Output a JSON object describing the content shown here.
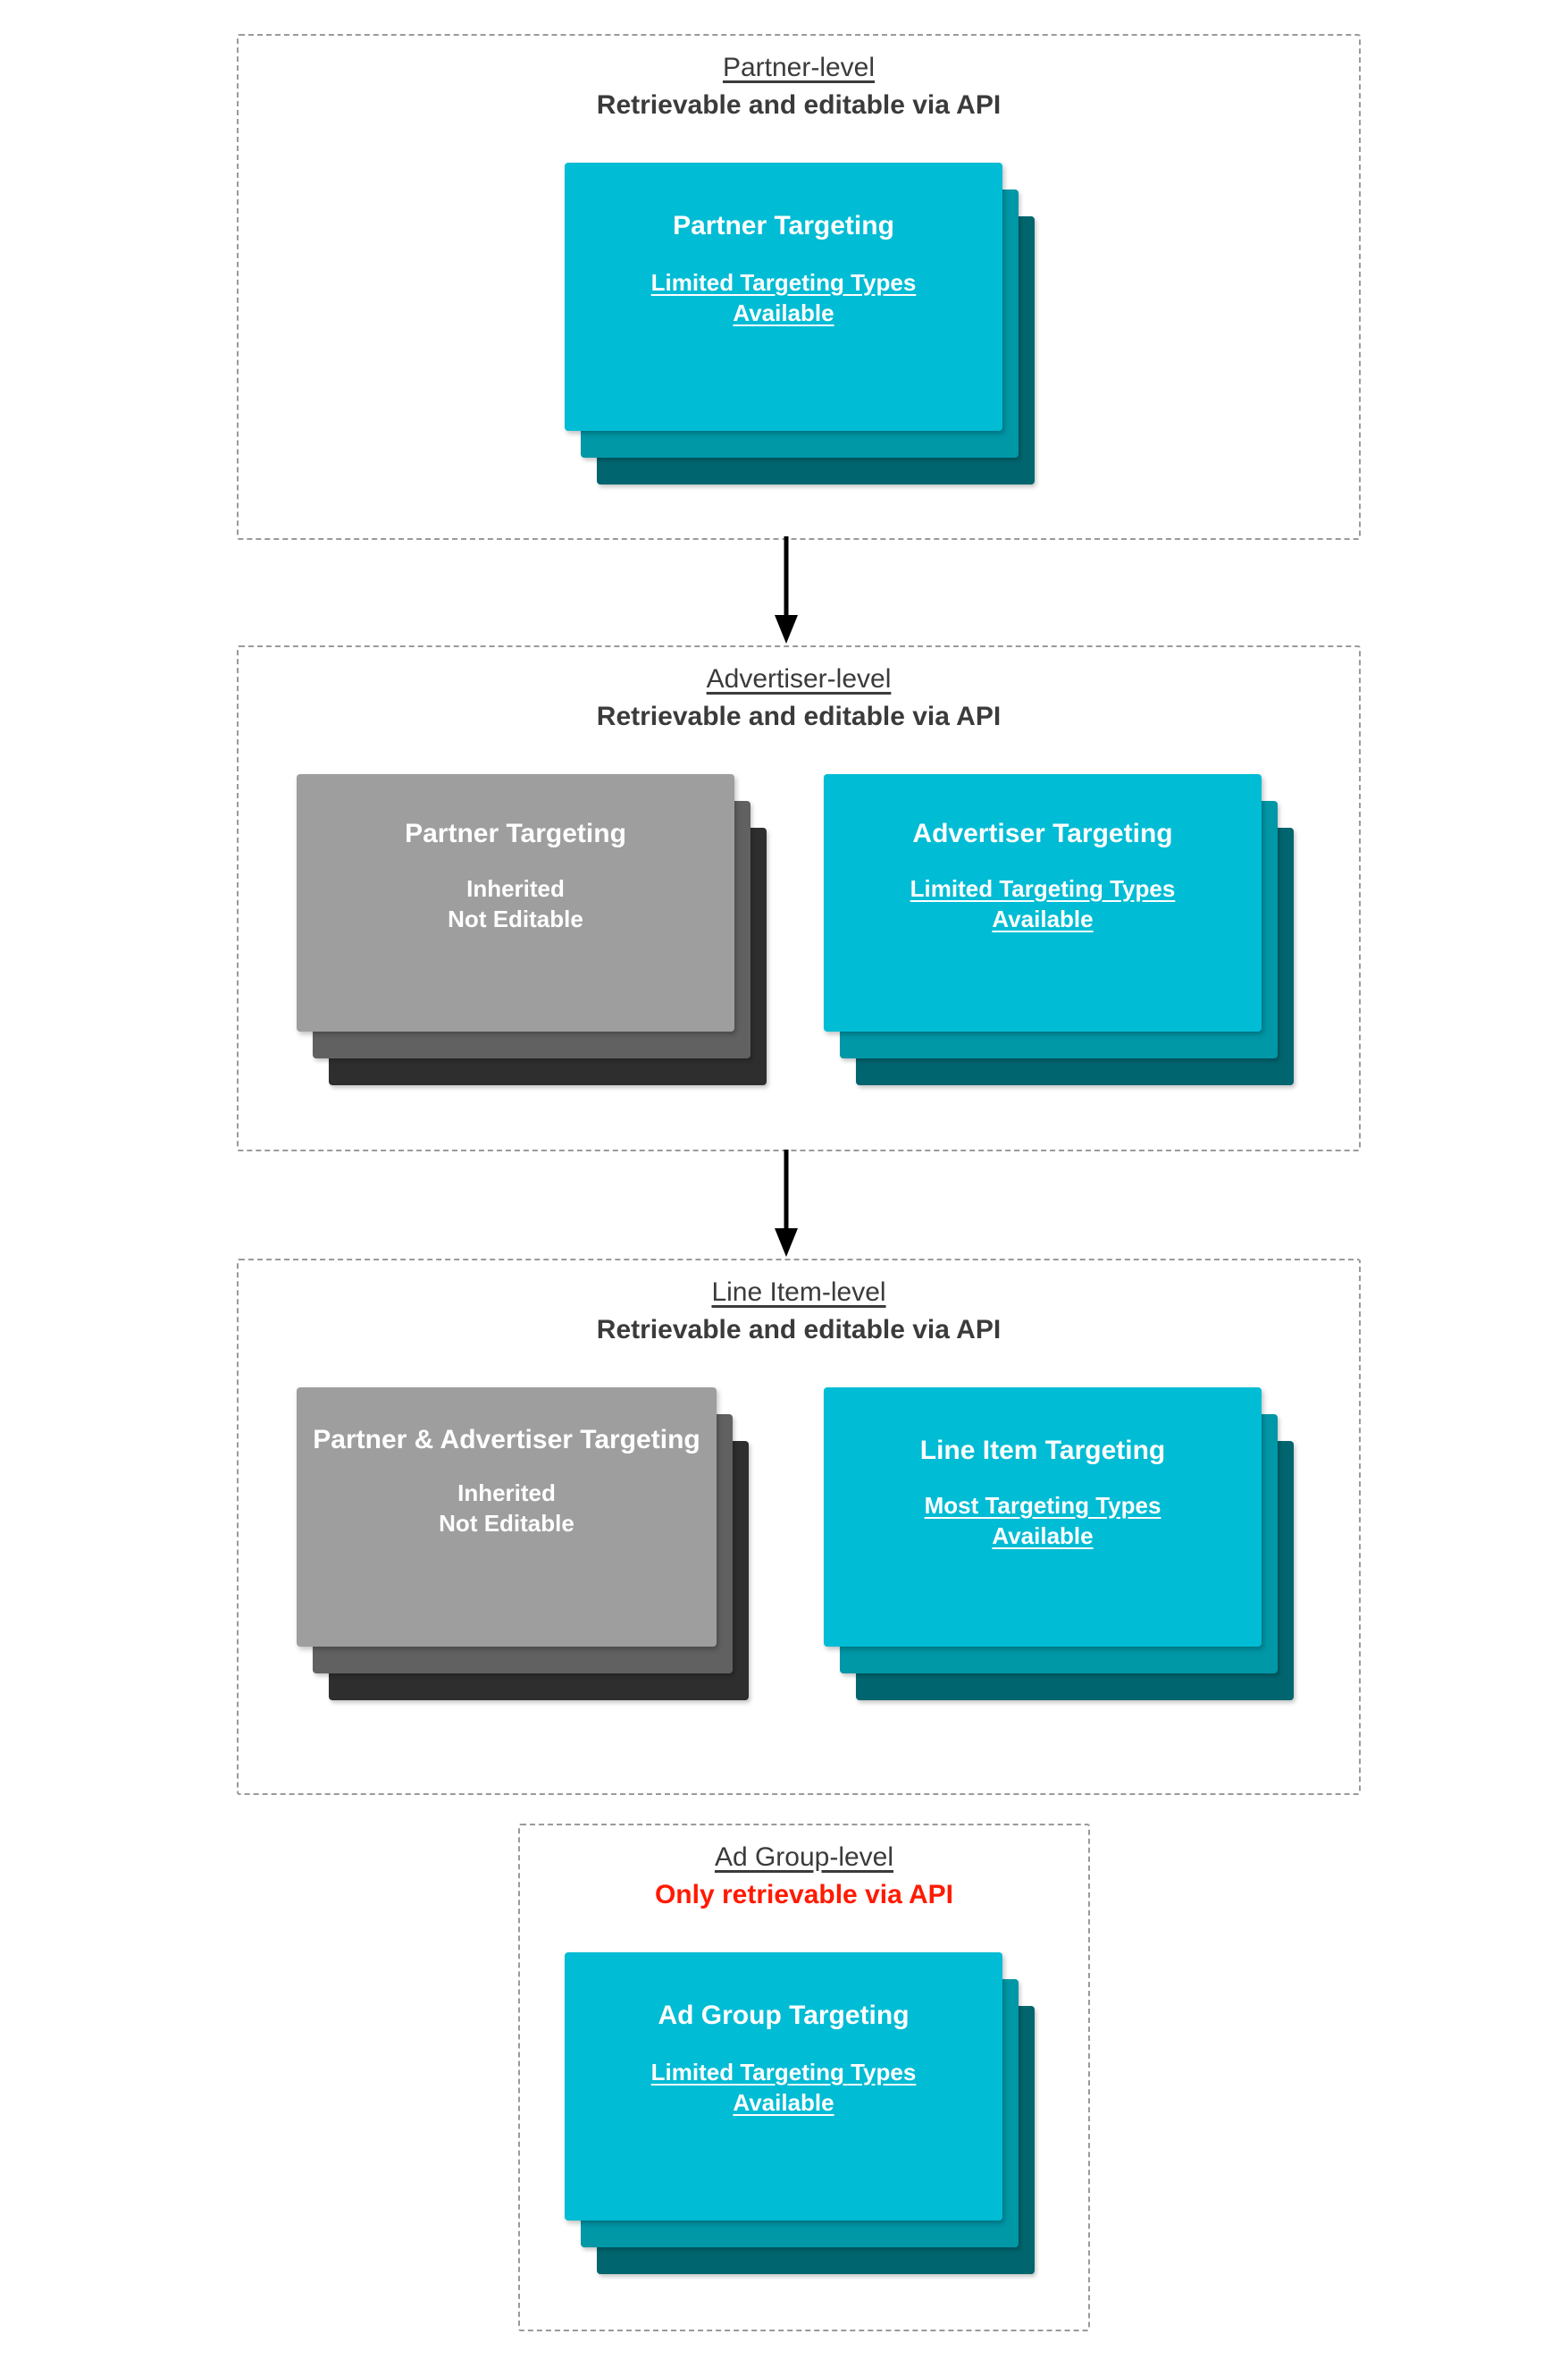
{
  "diagram": {
    "title_color": "#3b3b3b",
    "alert_color": "#ff1a00",
    "cyan_front": "#00bcd4",
    "cyan_mid": "#0097a7",
    "cyan_back": "#00656e",
    "gray_front": "#9e9e9e",
    "gray_mid": "#616161",
    "gray_back": "#2e2e2e",
    "dashed_border_color": "#9a9a9a"
  },
  "levels": [
    {
      "key": "partner",
      "title": "Partner-level",
      "subtitle": "Retrievable and editable via API",
      "cards": [
        {
          "key": "partner-targeting",
          "title": "Partner Targeting",
          "sub_line1": "Limited Targeting Types",
          "sub_line2": "Available",
          "color": "cyan"
        }
      ]
    },
    {
      "key": "advertiser",
      "title": "Advertiser-level",
      "subtitle": "Retrievable and editable via API",
      "cards": [
        {
          "key": "inherited-partner-targeting",
          "title": "Partner Targeting",
          "sub_line1": "Inherited",
          "sub_line2": "Not Editable",
          "color": "gray"
        },
        {
          "key": "advertiser-targeting",
          "title": "Advertiser Targeting",
          "sub_line1": "Limited Targeting Types",
          "sub_line2": "Available",
          "color": "cyan"
        }
      ]
    },
    {
      "key": "line-item",
      "title": "Line Item-level",
      "subtitle": "Retrievable and editable via API",
      "cards": [
        {
          "key": "inherited-partner-advertiser-targeting",
          "title": "Partner & Advertiser Targeting",
          "sub_line1": "Inherited",
          "sub_line2": "Not Editable",
          "color": "gray"
        },
        {
          "key": "line-item-targeting",
          "title": "Line Item Targeting",
          "sub_line1": "Most Targeting Types",
          "sub_line2": "Available",
          "color": "cyan"
        }
      ]
    },
    {
      "key": "ad-group",
      "title": "Ad Group-level",
      "subtitle": "Only retrievable via API",
      "cards": [
        {
          "key": "ad-group-targeting",
          "title": "Ad Group Targeting",
          "sub_line1": "Limited Targeting Types",
          "sub_line2": "Available",
          "color": "cyan"
        }
      ]
    }
  ]
}
